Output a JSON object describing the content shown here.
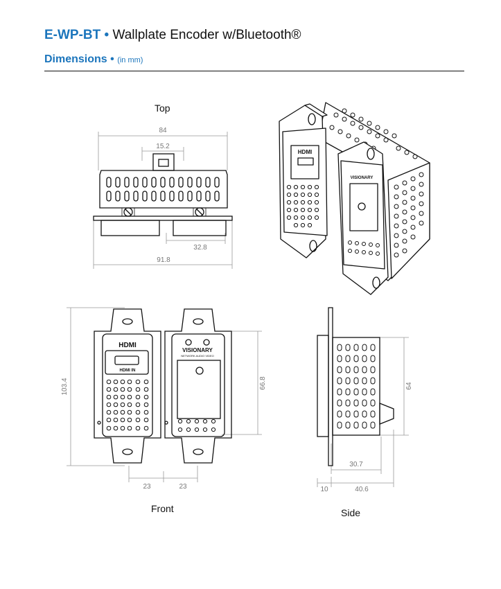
{
  "header": {
    "model": "E-WP-BT",
    "separator": "•",
    "product_name": "Wallplate Encoder w/Bluetooth®"
  },
  "section": {
    "title": "Dimensions",
    "separator": "•",
    "unit_note": "(in mm)"
  },
  "views": {
    "top_label": "Top",
    "front_label": "Front",
    "side_label": "Side"
  },
  "dimensions": {
    "top": {
      "overall_width": "84",
      "connector_width": "15.2",
      "port_spacing": "32.8",
      "total_width": "91.8"
    },
    "front": {
      "height": "103.4",
      "inner_height": "66.8",
      "left_offset": "23",
      "right_offset": "23"
    },
    "side": {
      "height": "64",
      "depth_inner": "30.7",
      "plate_depth": "10",
      "total_depth": "40.6"
    }
  },
  "markings": {
    "hdmi": "HDMI",
    "hdmi_in": "HDMI IN",
    "brand": "VISIONARY",
    "brand_sub": "NETWORK AUDIO VIDEO"
  }
}
